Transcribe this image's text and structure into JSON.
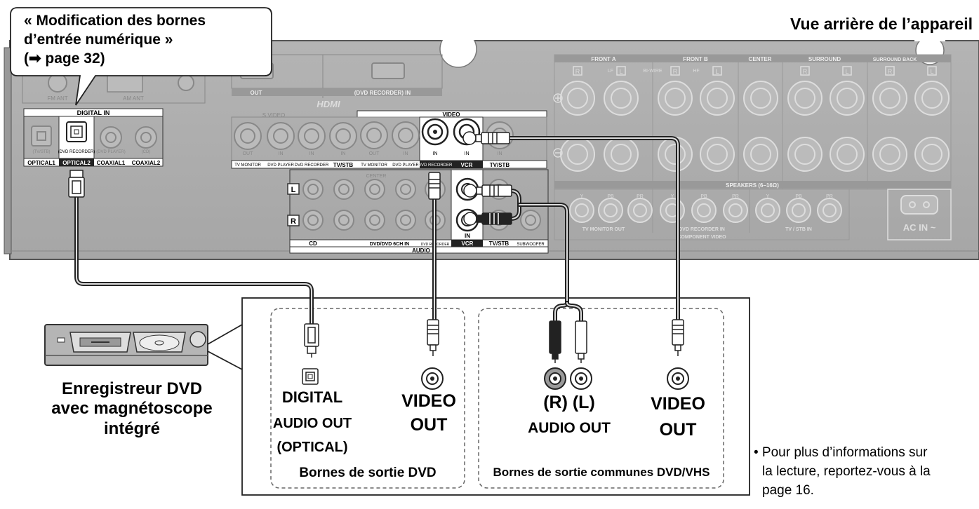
{
  "callout": {
    "line1": "« Modification des bornes",
    "line2": "d’entrée numérique »",
    "line3": "(➡ page 32)"
  },
  "header_title": "Vue arrière de l’appareil",
  "panel": {
    "fm_ant": "FM ANT",
    "am_ant": "AM ANT",
    "digital_in": "DIGITAL IN",
    "digital_in_sub": [
      "(TV/STB)",
      "(DVD RECORDER)",
      "(DVD PLAYER)",
      "(CD)"
    ],
    "digital_in_names": [
      "OPTICAL1",
      "OPTICAL2",
      "COAXIAL1",
      "COAXIAL2"
    ],
    "hdmi_out": "OUT",
    "hdmi_in": "(DVD RECORDER) IN",
    "hdmi_logo": "HDMI",
    "svideo": "S VIDEO",
    "video": "VIDEO",
    "video_jack_sub": [
      "OUT",
      "IN",
      "IN",
      "IN",
      "OUT",
      "IN",
      "IN",
      "IN",
      "IN"
    ],
    "video_jack_names": [
      "TV MONITOR",
      "DVD PLAYER",
      "DVD RECORDER",
      "TV/STB",
      "TV MONITOR",
      "DVD PLAYER",
      "DVD RECORDER",
      "VCR",
      "TV/STB"
    ],
    "audio_left": "L",
    "audio_right": "R",
    "audio_center": "CENTER",
    "audio_in": "IN",
    "audio_names": [
      "CD",
      "DVD/DVD 6CH IN",
      "DVD RECORDER",
      "VCR",
      "TV/STB",
      "SUBWOOFER"
    ],
    "audio": "AUDIO",
    "speaker_groups": [
      "FRONT A",
      "FRONT B",
      "CENTER",
      "SURROUND",
      "SURROUND BACK"
    ],
    "lf": "LF",
    "hf": "HF",
    "biwire": "BI-WIRE",
    "speaker_ch": [
      "R",
      "L",
      "R",
      "L",
      "R",
      "L",
      "R",
      "L"
    ],
    "speakers": "SPEAKERS (6–16Ω)",
    "component_sub": [
      "Y",
      "PB",
      "PR",
      "Y",
      "PB",
      "PR",
      "Y",
      "PB",
      "PR"
    ],
    "component_groups": [
      "TV MONITOR OUT",
      "DVD RECORDER IN",
      "TV / STB IN"
    ],
    "component_video": "COMPONENT VIDEO",
    "ac_in": "AC IN ~"
  },
  "device": {
    "label1": "Enregistreur DVD",
    "label2": "avec magnétoscope",
    "label3": "intégré",
    "digital1": "DIGITAL",
    "digital2": "AUDIO OUT",
    "digital3": "(OPTICAL)",
    "video_out1": "VIDEO",
    "video_out2": "OUT",
    "audio_rl": "(R) (L)",
    "audio_out": "AUDIO OUT",
    "video_out3": "VIDEO",
    "video_out4": "OUT",
    "group1": "Bornes de sortie DVD",
    "group2": "Bornes de sortie communes DVD/VHS"
  },
  "note": {
    "line1": "• Pour plus d’informations sur",
    "line2": "la lecture, reportez-vous à la",
    "line3": "page 16."
  }
}
